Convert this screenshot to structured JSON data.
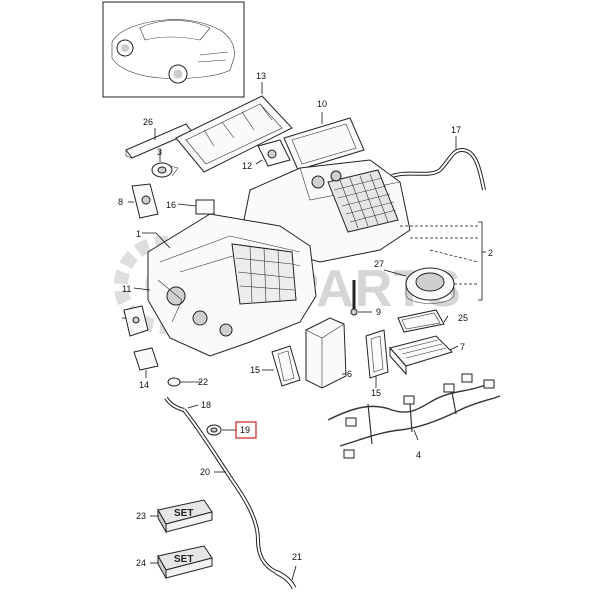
{
  "watermark": {
    "text": "MPARTS"
  },
  "set_labels": {
    "set_23": "SET",
    "set_24": "SET"
  },
  "callouts": [
    {
      "id": "p1",
      "label": "1"
    },
    {
      "id": "p2",
      "label": "2"
    },
    {
      "id": "p3",
      "label": "3"
    },
    {
      "id": "p4",
      "label": "4"
    },
    {
      "id": "p6",
      "label": "6"
    },
    {
      "id": "p7",
      "label": "7"
    },
    {
      "id": "p8",
      "label": "8"
    },
    {
      "id": "p9",
      "label": "9"
    },
    {
      "id": "p10",
      "label": "10"
    },
    {
      "id": "p11",
      "label": "11"
    },
    {
      "id": "p12",
      "label": "12"
    },
    {
      "id": "p13",
      "label": "13"
    },
    {
      "id": "p14",
      "label": "14"
    },
    {
      "id": "p15a",
      "label": "15"
    },
    {
      "id": "p15b",
      "label": "15"
    },
    {
      "id": "p16",
      "label": "16"
    },
    {
      "id": "p17",
      "label": "17"
    },
    {
      "id": "p18",
      "label": "18"
    },
    {
      "id": "p19",
      "label": "19",
      "highlight": true,
      "highlight_color": "#cc2222"
    },
    {
      "id": "p20",
      "label": "20"
    },
    {
      "id": "p21",
      "label": "21"
    },
    {
      "id": "p22",
      "label": "22"
    },
    {
      "id": "p23",
      "label": "23"
    },
    {
      "id": "p24",
      "label": "24"
    },
    {
      "id": "p25",
      "label": "25"
    },
    {
      "id": "p26",
      "label": "26"
    },
    {
      "id": "p27",
      "label": "27"
    }
  ]
}
